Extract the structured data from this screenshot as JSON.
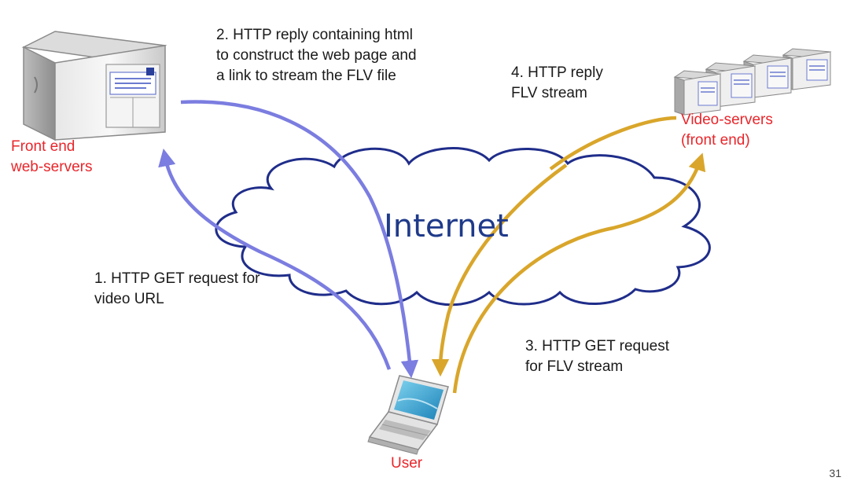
{
  "labels": {
    "front_end": "Front end\nweb-servers",
    "video_servers": "Video-servers\n(front end)",
    "user": "User",
    "internet": "Internet",
    "step1": "1. HTTP GET request for\nvideo URL",
    "step2": "2. HTTP reply containing html\nto construct the web page and\na link to stream the FLV file",
    "step3": "3. HTTP GET request\nfor FLV stream",
    "step4": "4. HTTP reply\nFLV stream"
  },
  "page_number": "31",
  "colors": {
    "blue_arrow": "#7b7de0",
    "gold_arrow": "#d9a62b",
    "cloud_stroke": "#1f2d8a",
    "red_text": "#e8262b"
  }
}
